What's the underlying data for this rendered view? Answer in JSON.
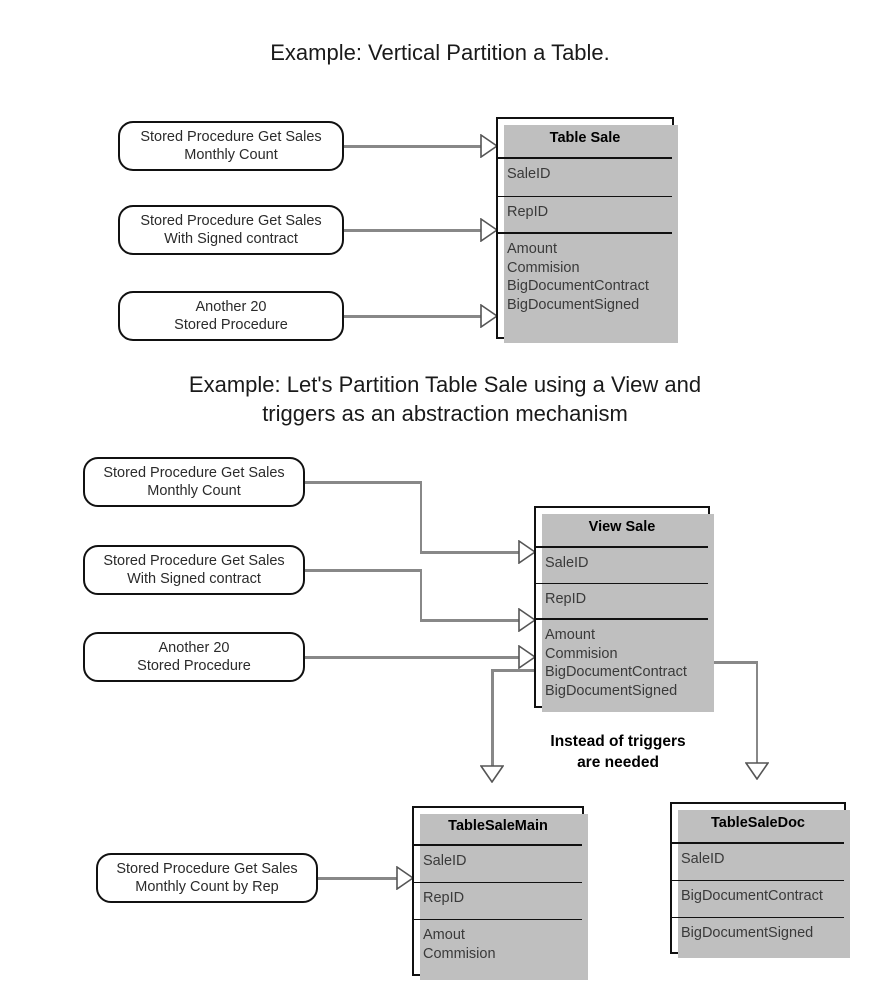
{
  "diagram": {
    "type": "architecture-diagram",
    "sections": [
      {
        "heading": "Example: Vertical Partition a Table.",
        "procedures": [
          {
            "label": "Stored Procedure Get Sales\nMonthly Count"
          },
          {
            "label": "Stored Procedure Get Sales\nWith Signed contract"
          },
          {
            "label": "Another 20\nStored Procedure"
          }
        ],
        "entities": [
          {
            "title": "Table Sale",
            "rows": [
              "SaleID",
              "RepID",
              "Amount\nCommision\nBigDocumentContract\nBigDocumentSigned"
            ]
          }
        ]
      },
      {
        "heading": "Example: Let's Partition Table Sale using a View and\ntriggers as an abstraction mechanism",
        "procedures": [
          {
            "label": "Stored Procedure Get Sales\nMonthly Count"
          },
          {
            "label": "Stored Procedure Get Sales\nWith Signed contract"
          },
          {
            "label": "Another 20\nStored Procedure"
          },
          {
            "label": "Stored Procedure Get Sales\nMonthly Count by Rep"
          }
        ],
        "note": "Instead of triggers\nare needed",
        "entities": [
          {
            "title": "View Sale",
            "rows": [
              "SaleID",
              "RepID",
              "Amount\nCommision\nBigDocumentContract\nBigDocumentSigned"
            ]
          },
          {
            "title": "TableSaleMain",
            "rows": [
              "SaleID",
              "RepID",
              "Amout\nCommision"
            ]
          },
          {
            "title": "TableSaleDoc",
            "rows": [
              "SaleID",
              "BigDocumentContract",
              "BigDocumentSigned"
            ]
          }
        ]
      }
    ],
    "colors": {
      "background": "#ffffff",
      "box_border": "#111111",
      "connector": "#888888",
      "shadow": "#bfbfbf",
      "text": "#2b2b2b"
    }
  }
}
